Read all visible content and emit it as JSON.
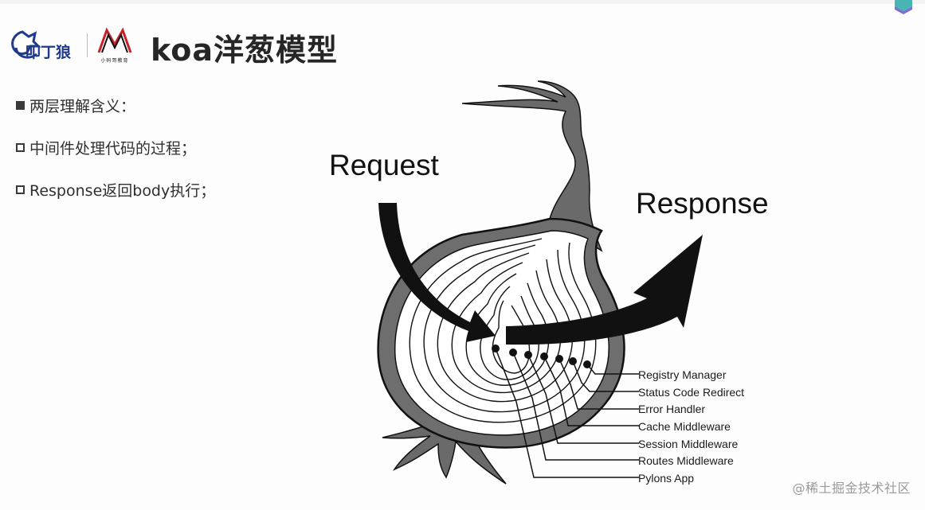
{
  "header": {
    "logo_primary_text": "叩丁狼",
    "logo_secondary_caption": "小码哥教育",
    "title": "koa洋葱模型"
  },
  "bullets": [
    {
      "marker": "filled-square",
      "text": "两层理解含义："
    },
    {
      "marker": "hollow-square",
      "text": "中间件处理代码的过程；"
    },
    {
      "marker": "hollow-square",
      "text": "Response返回body执行；"
    }
  ],
  "diagram": {
    "request_label": "Request",
    "response_label": "Response",
    "layers": [
      "Registry Manager",
      "Status Code Redirect",
      "Error Handler",
      "Cache Middleware",
      "Session Middleware",
      "Routes Middleware",
      "Pylons App"
    ],
    "colors": {
      "onion_fill": "#707070",
      "ink": "#111111",
      "inner": "#ffffff"
    }
  },
  "watermark": "@稀土掘金技术社区",
  "colors": {
    "background": "#fdfdfd",
    "title": "#262626",
    "logo_blue": "#1f3a8a",
    "logo_red": "#c8202a"
  }
}
